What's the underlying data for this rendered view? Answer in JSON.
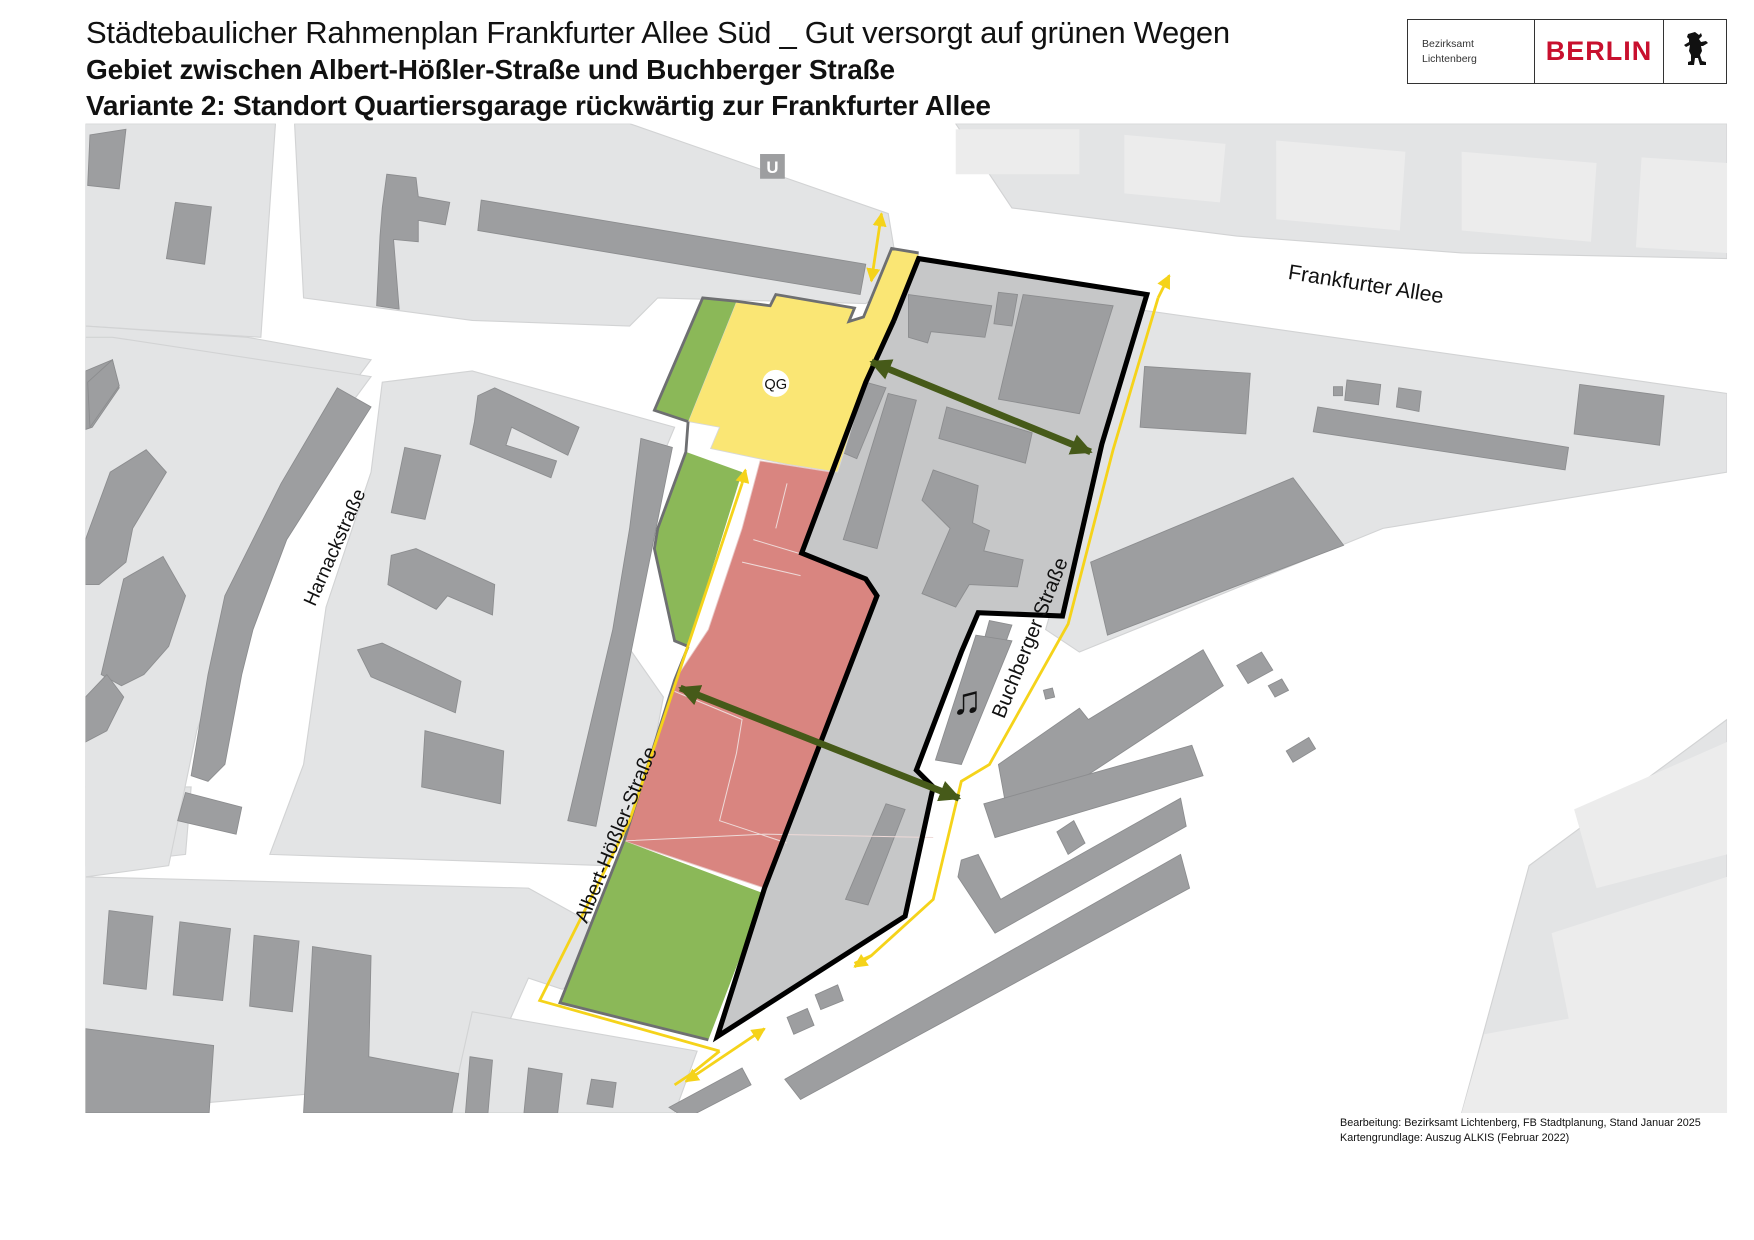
{
  "header": {
    "title_line1": "Städtebaulicher Rahmenplan Frankfurter Allee Süd _ Gut versorgt auf grünen Wegen",
    "title_line2": "Gebiet zwischen Albert-Hößler-Straße und Buchberger Straße",
    "title_line3": "Variante 2: Standort Quartiersgarage rückwärtig zur Frankfurter Allee"
  },
  "logo": {
    "line1": "Bezirksamt",
    "line2": "Lichtenberg",
    "wordmark": "BERLIN",
    "icon": "berlin-bear-icon",
    "wordmark_color": "#c8102e"
  },
  "map": {
    "street_labels": {
      "frankfurter_allee": "Frankfurter Allee",
      "harnackstrasse": "Harnackstraße",
      "albert_hoessler_strasse": "Albert-Hößler-Straße",
      "buchberger_strasse": "Buchberger Straße"
    },
    "markers": {
      "ubahn": "U",
      "quartiersgarage": "QG",
      "music_icon": "♫"
    },
    "colors": {
      "block": "#e3e4e5",
      "building": "#9d9ea0",
      "plan_area_grey": "#c6c7c8",
      "green_space": "#8bb858",
      "yellow_area": "#fae674",
      "red_area": "#d98580",
      "yellow_path": "#f5d31a",
      "green_connection": "#465a19",
      "boundary": "#000000"
    }
  },
  "credits": {
    "line1": "Bearbeitung: Bezirksamt Lichtenberg, FB Stadtplanung, Stand Januar 2025",
    "line2": "Kartengrundlage: Auszug ALKIS (Februar 2022)"
  }
}
